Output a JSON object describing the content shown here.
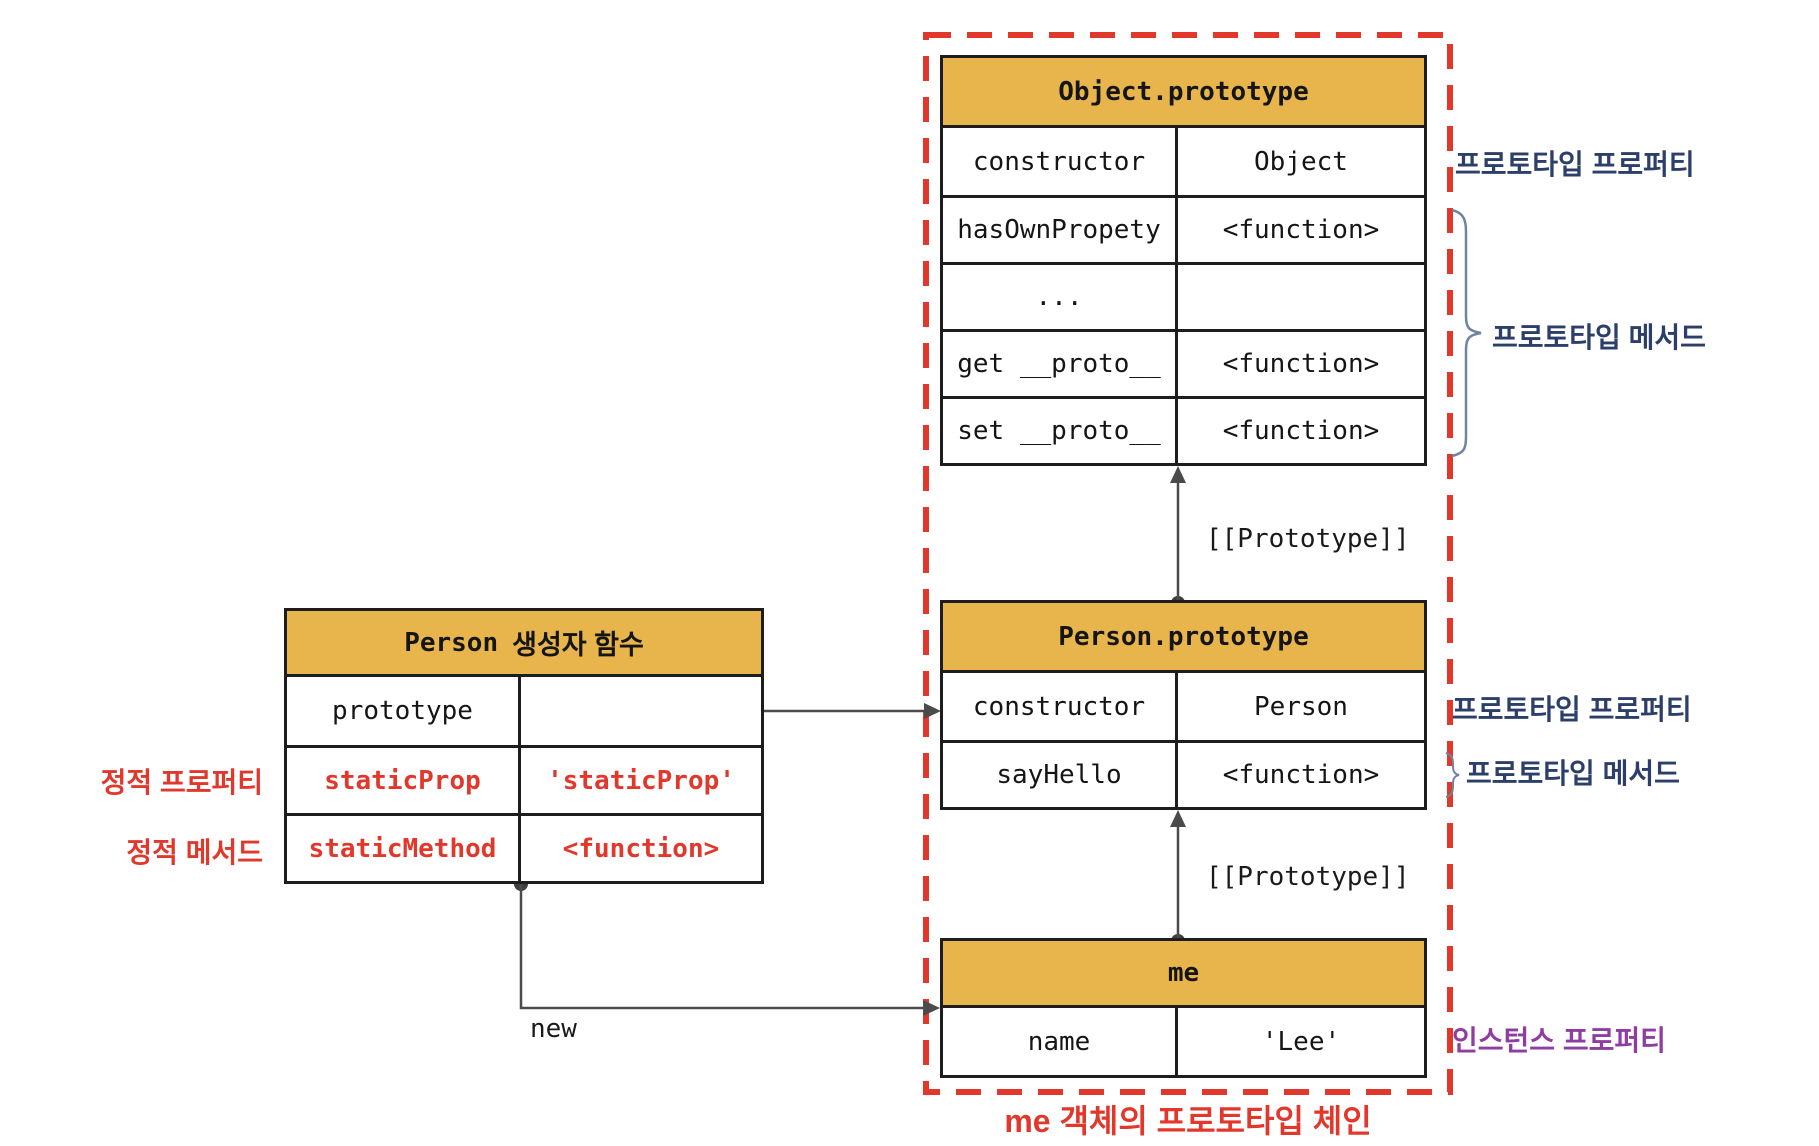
{
  "diagram": {
    "caption": "me 객체의 프로토타입 체인",
    "tables": {
      "object_prototype": {
        "title": "Object.prototype",
        "rows": [
          {
            "key": "constructor",
            "value": "Object"
          },
          {
            "key": "hasOwnPropety",
            "value": "<function>"
          },
          {
            "key": "...",
            "value": ""
          },
          {
            "key": "get __proto__",
            "value": "<function>"
          },
          {
            "key": "set __proto__",
            "value": "<function>"
          }
        ]
      },
      "person_prototype": {
        "title": "Person.prototype",
        "rows": [
          {
            "key": "constructor",
            "value": "Person"
          },
          {
            "key": "sayHello",
            "value": "<function>"
          }
        ]
      },
      "me": {
        "title": "me",
        "rows": [
          {
            "key": "name",
            "value": "'Lee'"
          }
        ]
      },
      "person_constructor": {
        "title_code": "Person",
        "title_korean": "생성자 함수",
        "rows": [
          {
            "key": "prototype",
            "value": ""
          },
          {
            "key": "staticProp",
            "value": "'staticProp'"
          },
          {
            "key": "staticMethod",
            "value": "<function>"
          }
        ]
      }
    },
    "annotations": {
      "prototype_property_top": "프로토타입 프로퍼티",
      "prototype_method_top": "프로토타입 메서드",
      "prototype_property_mid": "프로토타입 프로퍼티",
      "prototype_method_mid": "프로토타입 메서드",
      "instance_property": "인스턴스 프로퍼티",
      "static_property": "정적 프로퍼티",
      "static_method": "정적 메서드",
      "proto_link_upper": "[[Prototype]]",
      "proto_link_lower": "[[Prototype]]",
      "new_keyword": "new"
    },
    "colors": {
      "header_gold": "#e7b54c",
      "border_dark": "#1d1d1d",
      "accent_red": "#e2382c",
      "label_navy": "#2c3e6a",
      "label_purple": "#8f3da1",
      "arrow_gray": "#4b4b4b",
      "brace_slate": "#7283a2",
      "background": "#ffffff"
    }
  }
}
